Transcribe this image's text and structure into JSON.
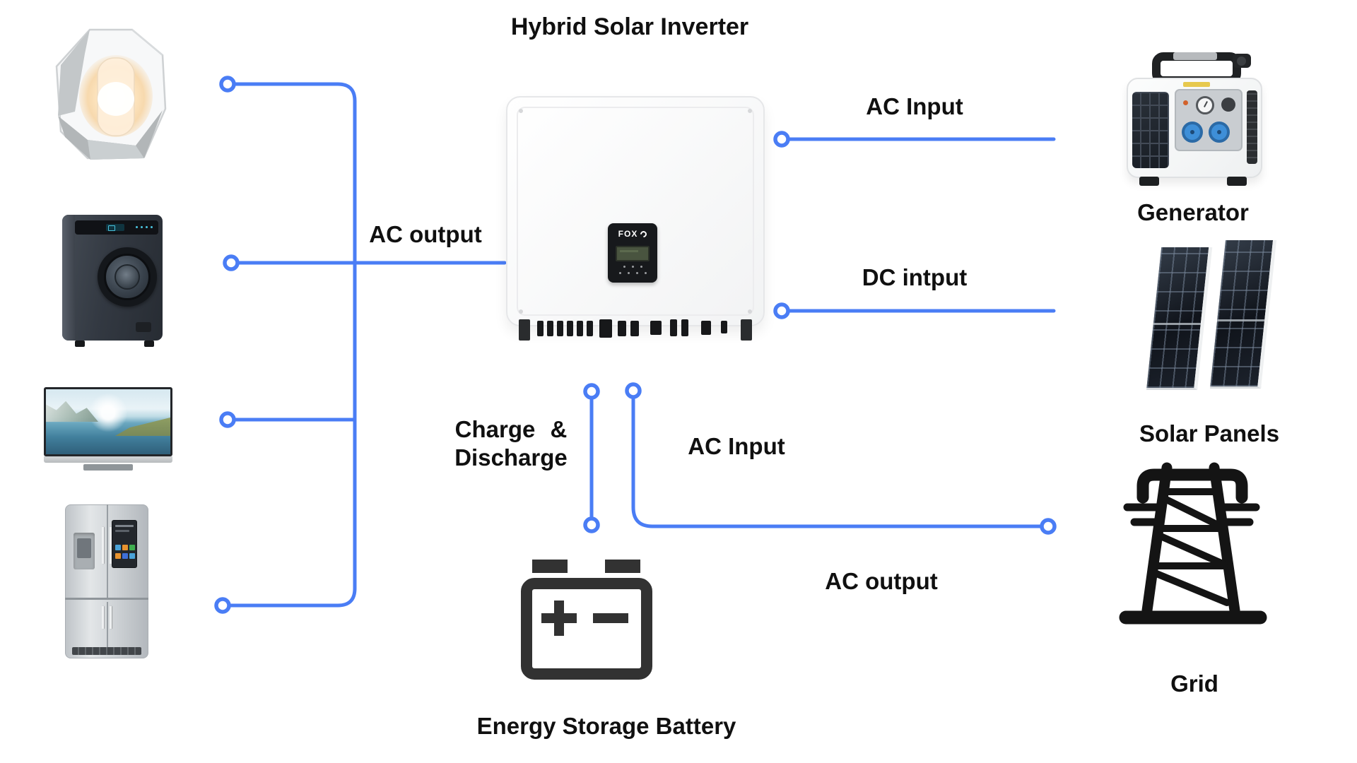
{
  "title": "Hybrid Solar Inverter",
  "colors": {
    "wire_blue": "#4A7DF5",
    "label_text": "#101010",
    "battery_icon": "#323232",
    "grid_icon": "#141414"
  },
  "inverter": {
    "brand": "FOX"
  },
  "connections": {
    "ac_output_left": "AC output",
    "ac_input_generator": "AC Input",
    "dc_input_solar": "DC intput",
    "charge_discharge_line1": "Charge &",
    "charge_discharge_line2": "Discharge",
    "ac_input_battery": "AC Input",
    "ac_output_grid": "AC output"
  },
  "devices": {
    "battery_label": "Energy Storage Battery",
    "generator_label": "Generator",
    "solar_panels_label": "Solar Panels",
    "grid_label": "Grid",
    "appliance_icons": [
      "table-lamp",
      "washing-machine",
      "television",
      "refrigerator"
    ],
    "source_icons": [
      "generator",
      "solar-panels",
      "grid-tower",
      "storage-battery"
    ]
  }
}
